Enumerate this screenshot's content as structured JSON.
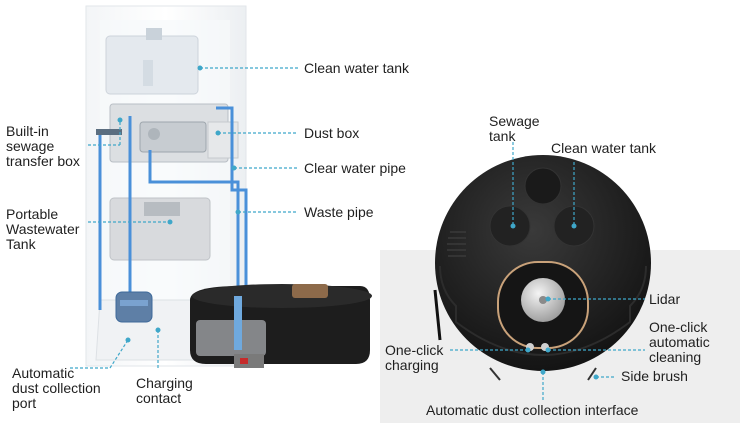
{
  "labels": {
    "clean_water_tank_station": "Clean water tank",
    "built_in_sewage": "Built-in\nsewage\ntransfer box",
    "dust_box": "Dust box",
    "clear_water_pipe": "Clear water pipe",
    "waste_pipe": "Waste pipe",
    "portable_wastewater": "Portable\nWastewater\nTank",
    "auto_dust_port": "Automatic\ndust collection\nport",
    "charging_contact": "Charging\ncontact",
    "sewage_tank": "Sewage\ntank",
    "clean_water_tank_robot": "Clean water tank",
    "lidar": "Lidar",
    "one_click_charging": "One-click\ncharging",
    "one_click_cleaning": "One-click\nautomatic\ncleaning",
    "side_brush": "Side brush",
    "auto_dust_interface": "Automatic dust collection interface"
  },
  "colors": {
    "leader_line": "#3fa7c9",
    "pipe": "#4a90d9",
    "robot_body": "#1c1c1c",
    "lidar_ring": "#c9a27a"
  }
}
